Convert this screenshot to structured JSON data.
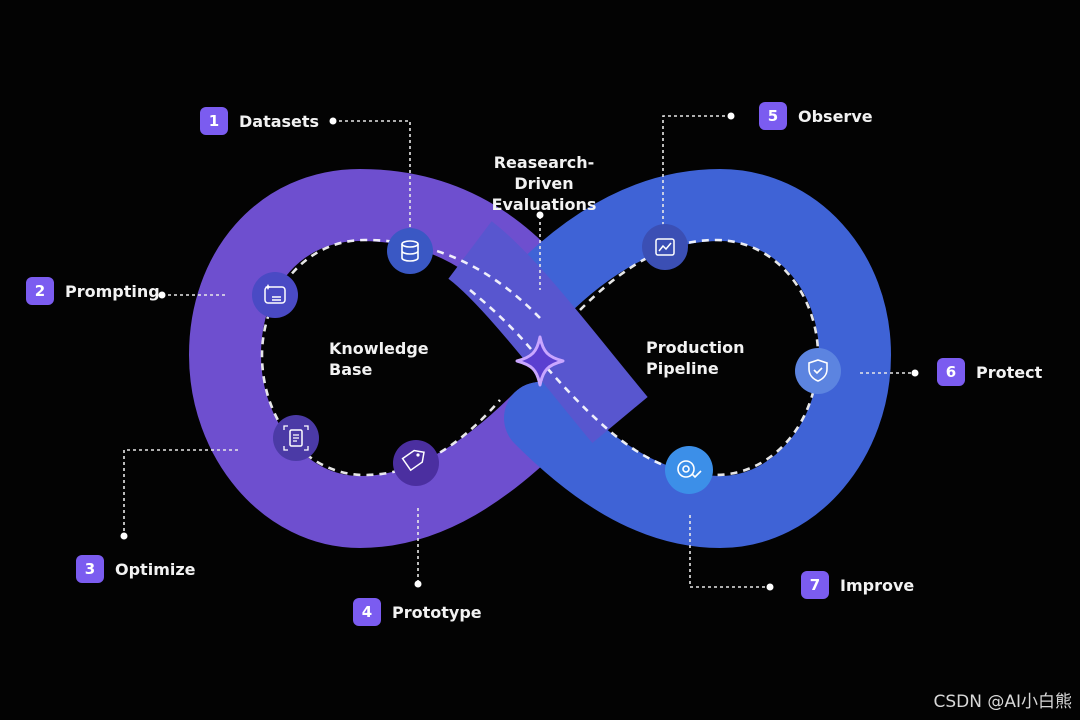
{
  "steps": [
    {
      "num": "1",
      "label": "Datasets"
    },
    {
      "num": "2",
      "label": "Prompting"
    },
    {
      "num": "3",
      "label": "Optimize"
    },
    {
      "num": "4",
      "label": "Prototype"
    },
    {
      "num": "5",
      "label": "Observe"
    },
    {
      "num": "6",
      "label": "Protect"
    },
    {
      "num": "7",
      "label": "Improve"
    }
  ],
  "center": {
    "top_line1": "Reasearch-Driven",
    "top_line2": "Evaluations",
    "left_line1": "Knowledge",
    "left_line2": "Base",
    "right_line1": "Production",
    "right_line2": "Pipeline"
  },
  "icons": {
    "datasets": "database-icon",
    "prompting": "prompt-sparkle-icon",
    "optimize": "document-scan-icon",
    "prototype": "tag-icon",
    "observe": "chart-icon",
    "protect": "shield-check-icon",
    "improve": "target-check-icon",
    "center": "sparkle-star-icon"
  },
  "colors": {
    "background": "#030303",
    "band_left": "#7a4fd0",
    "band_right": "#3a6ad8",
    "badge": "#7b5cf0"
  },
  "watermark": "CSDN @AI小白熊"
}
